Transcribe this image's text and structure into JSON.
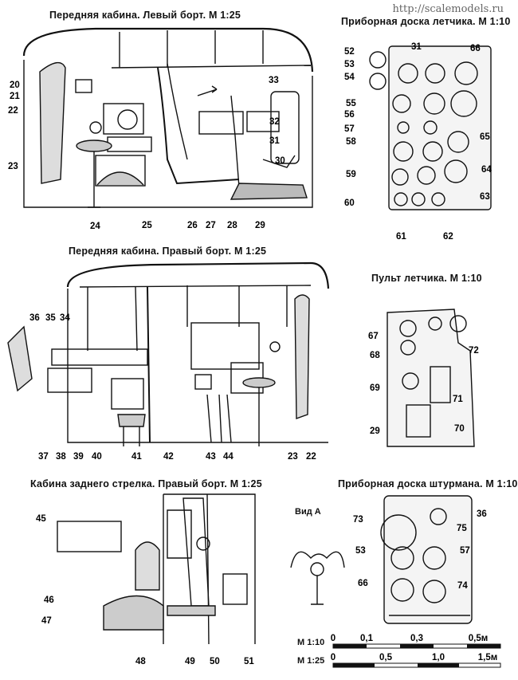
{
  "watermark": "http://scalemodels.ru",
  "titles": {
    "t1": "Передняя кабина. Левый борт. М 1:25",
    "t2": "Приборная доска летчика. М 1:10",
    "t3": "Передняя кабина. Правый борт. М 1:25",
    "t4": "Пульт летчика. М 1:10",
    "t5": "Кабина заднего стрелка. Правый борт. М 1:25",
    "t6": "Приборная доска штурмана. М 1:10"
  },
  "view_a": "Вид А",
  "arrow_a": "А",
  "scale": {
    "m10_label": "М 1:10",
    "m25_label": "М 1:25",
    "m10_ticks": [
      "0",
      "0,1",
      "0,3",
      "0,5м"
    ],
    "m25_ticks": [
      "0",
      "0,5",
      "1,0",
      "1,5м"
    ]
  },
  "callouts": [
    "20",
    "21",
    "22",
    "23",
    "24",
    "25",
    "26",
    "27",
    "28",
    "29",
    "30",
    "31",
    "32",
    "33",
    "52",
    "53",
    "54",
    "55",
    "56",
    "57",
    "58",
    "59",
    "60",
    "61",
    "62",
    "63",
    "64",
    "65",
    "66",
    "31",
    "34",
    "35",
    "36",
    "37",
    "38",
    "39",
    "40",
    "41",
    "42",
    "43",
    "44",
    "23",
    "22",
    "67",
    "68",
    "69",
    "70",
    "71",
    "72",
    "29",
    "45",
    "46",
    "47",
    "48",
    "49",
    "50",
    "51",
    "73",
    "36",
    "75",
    "53",
    "57",
    "66",
    "74"
  ]
}
